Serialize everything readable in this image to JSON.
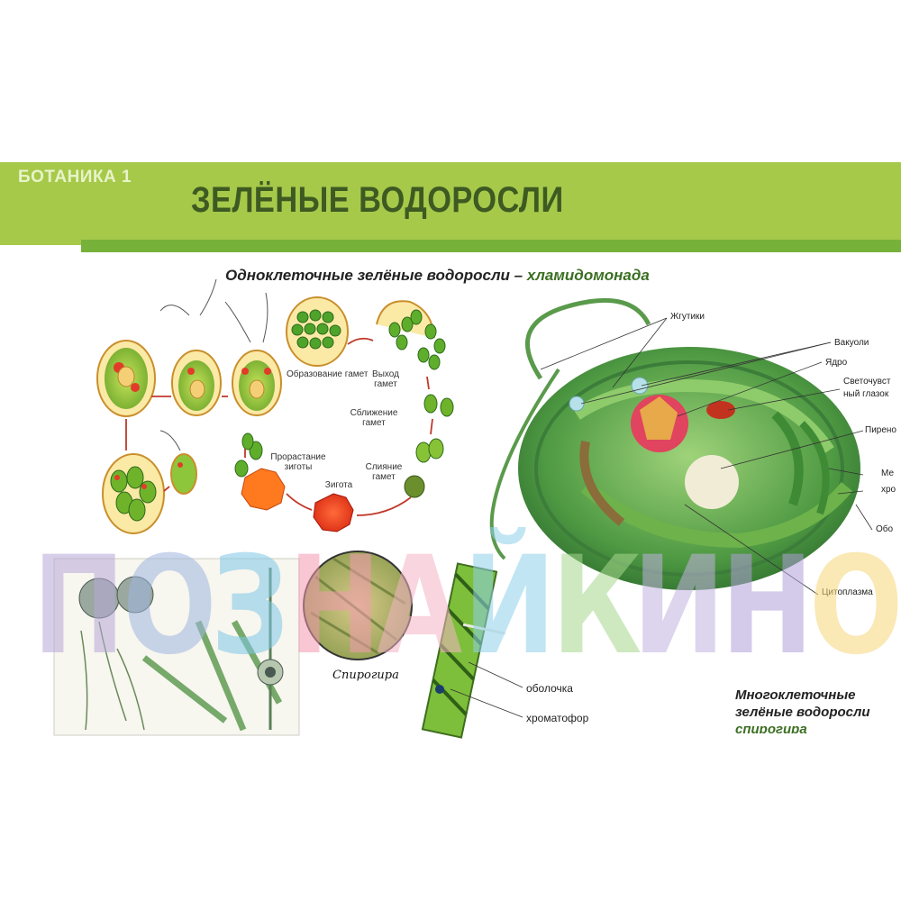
{
  "header": {
    "series": "БОТАНИКА 1",
    "title": "ЗЕЛЁНЫЕ ВОДОРОСЛИ"
  },
  "unicellular": {
    "prefix": "Одноклеточные зелёные водоросли – ",
    "accent": "хламидомонада"
  },
  "cycle_labels": {
    "gamete_formation": "Образование гамет",
    "gamete_exit": "Выход гамет",
    "gamete_approach": "Сближение гамет",
    "gamete_fusion": "Слияние гамет",
    "zygote": "Зигота",
    "zygote_germination": "Прорастание зиготы"
  },
  "cell_labels": {
    "flagella": "Жгутики",
    "vacuoles": "Вакуоли",
    "nucleus": "Ядро",
    "eyespot_line1": "Светочувст",
    "eyespot_line2": "ный глазок",
    "pyrenoid": "Пирено",
    "membrane_line1": "Ме",
    "membrane_line2": "хро",
    "shell": "Обо",
    "cytoplasm": "Цитоплазма"
  },
  "spirogyra": {
    "caption": "Спирогира",
    "shell_label": "оболочка",
    "chromatophore_label": "хроматофор"
  },
  "multicellular": {
    "line1": "Многоклеточные",
    "line2": "зелёные водоросли",
    "accent": "спирогира"
  },
  "watermark": {
    "letters": [
      "П",
      "О",
      "З",
      "Н",
      "А",
      "Й",
      "К",
      "И",
      "Н",
      "О"
    ],
    "colors": [
      "#b8a8d8",
      "#9fb6e0",
      "#7fc7e6",
      "#f39ab0",
      "#f5b3c6",
      "#8fd0ea",
      "#a7d88d",
      "#c3b2e0",
      "#b1a0d8",
      "#f6d67a"
    ]
  },
  "colors": {
    "band": "#a6c94a",
    "band_sub": "#76b13a",
    "title": "#3e5a22",
    "accent_green": "#3b6f22"
  }
}
